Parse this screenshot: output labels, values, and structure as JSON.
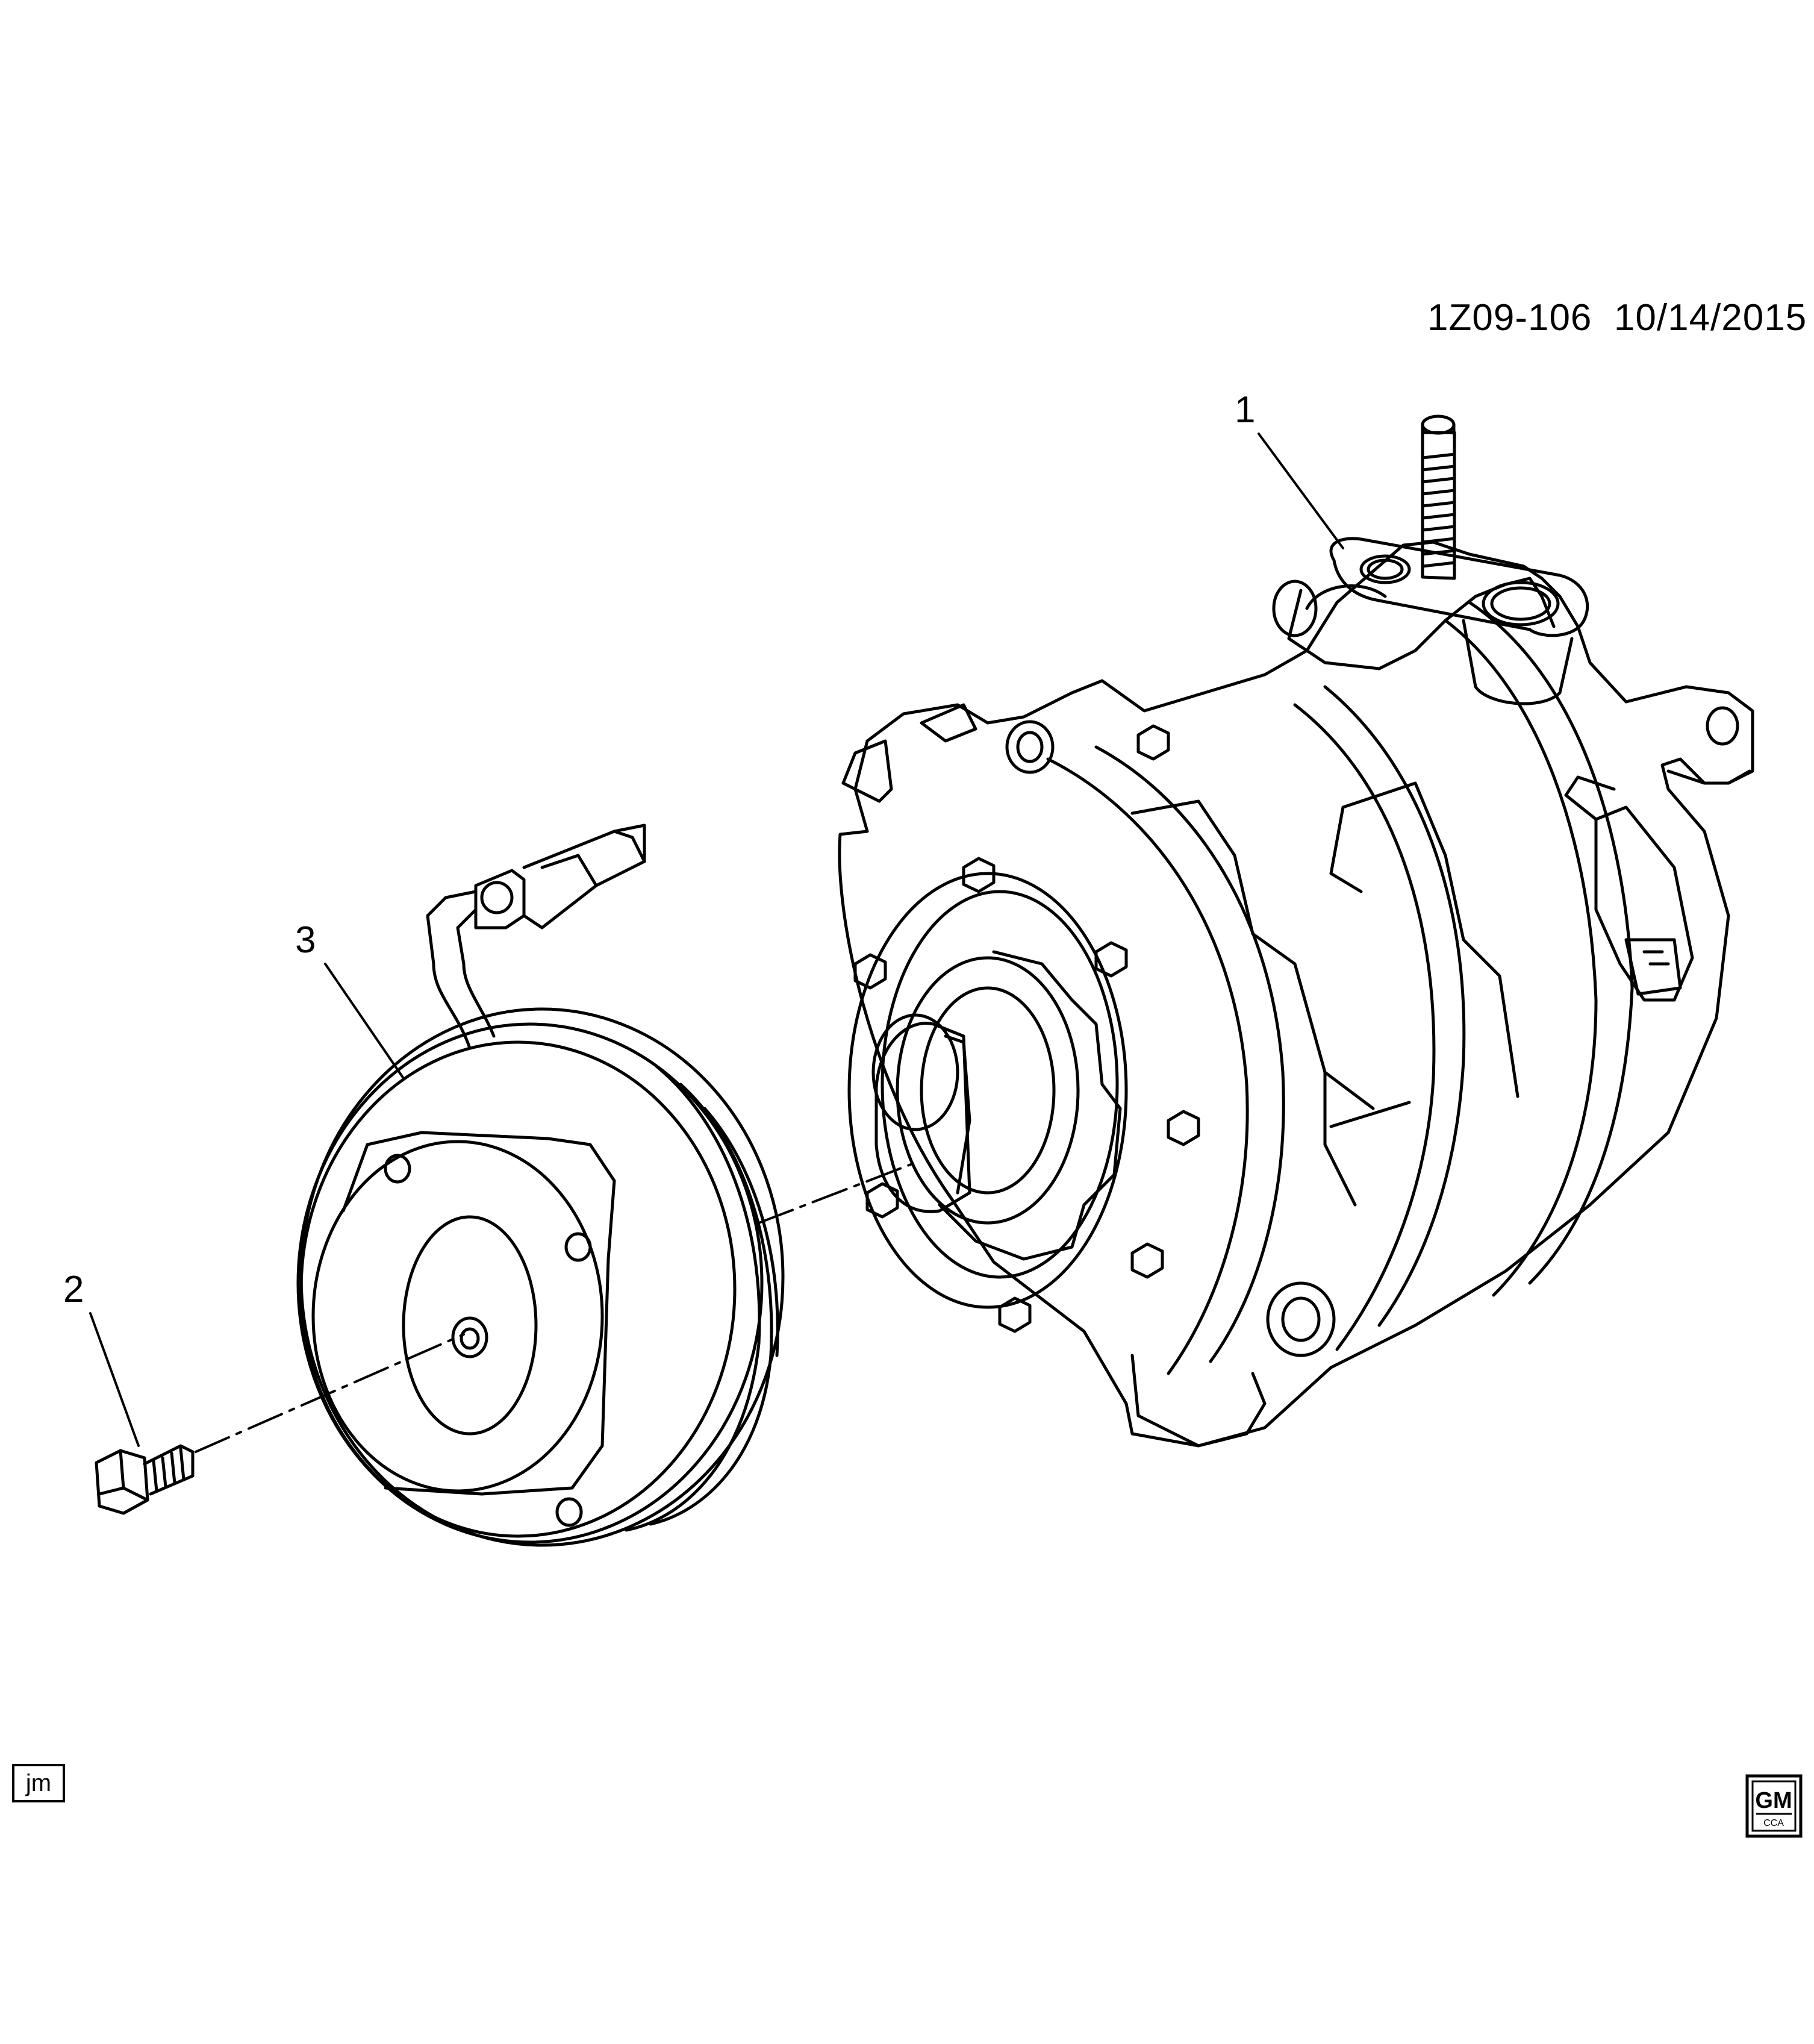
{
  "diagram": {
    "reference_code": "1Z09-106",
    "date": "10/14/2015",
    "callouts": [
      {
        "number": "1",
        "part": "compressor"
      },
      {
        "number": "2",
        "part": "bolt"
      },
      {
        "number": "3",
        "part": "clutch-pulley"
      }
    ],
    "initials": "jm",
    "logo": {
      "top": "GM",
      "bottom": "CCA"
    }
  }
}
